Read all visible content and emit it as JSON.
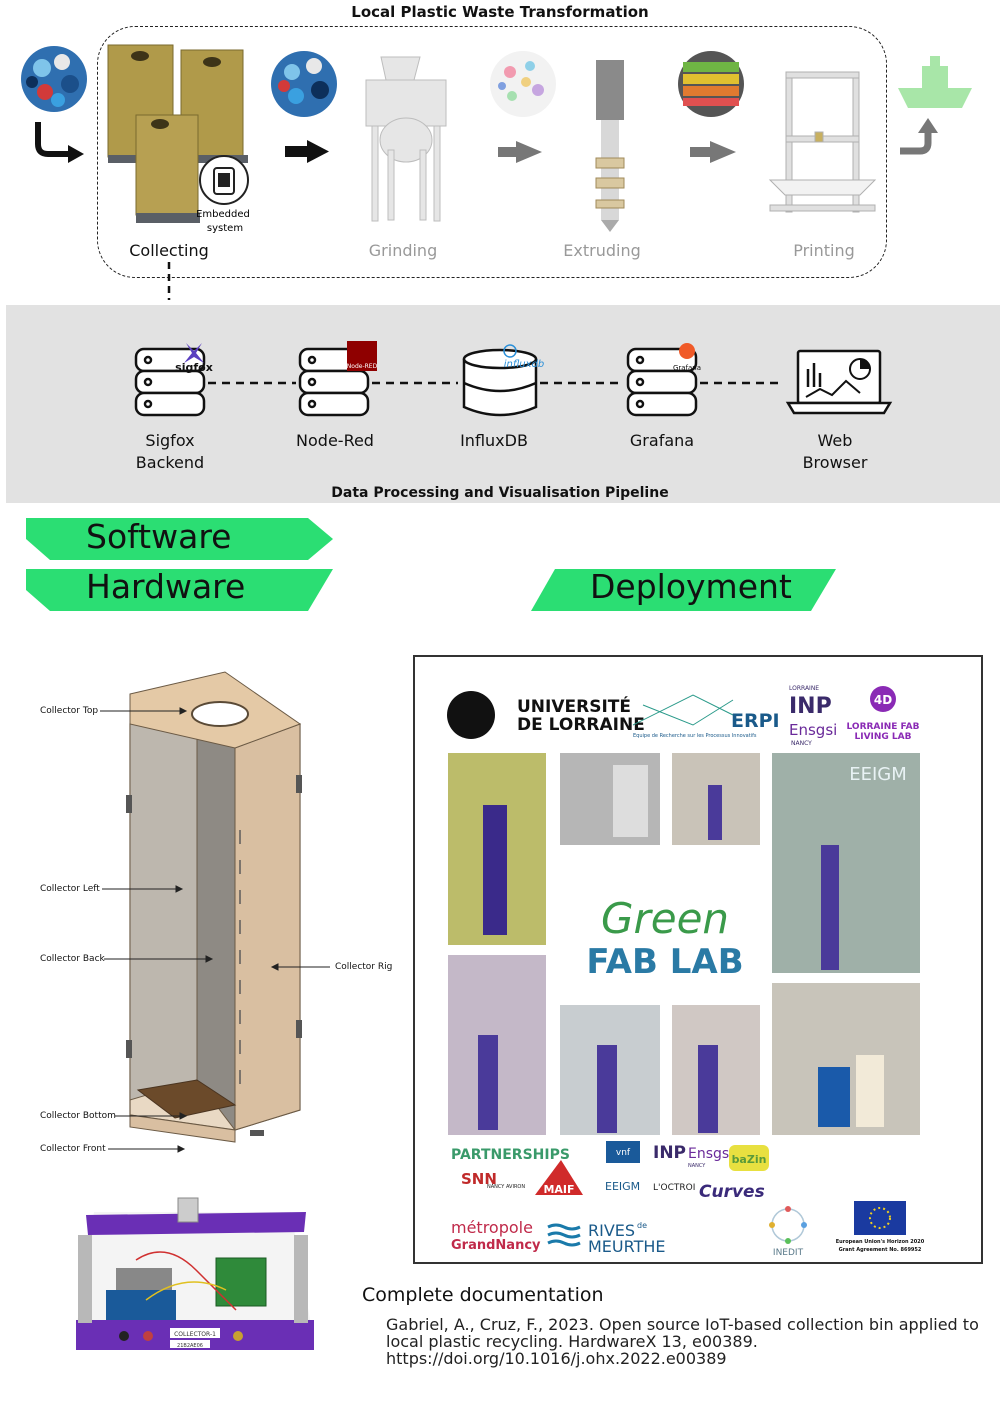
{
  "transformation": {
    "title": "Local Plastic Waste Transformation",
    "stages": [
      {
        "label": "Collecting"
      },
      {
        "label": "Grinding"
      },
      {
        "label": "Extruding"
      },
      {
        "label": "Printing"
      }
    ],
    "embedded_label_1": "Embedded",
    "embedded_label_2": "system"
  },
  "pipeline": {
    "title": "Data Processing and Visualisation Pipeline",
    "nodes": [
      {
        "line1": "Sigfox",
        "line2": "Backend",
        "logo": "sigfox"
      },
      {
        "line1": "Node-Red",
        "line2": "",
        "logo": "Node-RED"
      },
      {
        "line1": "InfluxDB",
        "line2": "",
        "logo": "influxdb"
      },
      {
        "line1": "Grafana",
        "line2": "",
        "logo": "Grafana"
      },
      {
        "line1": "Web",
        "line2": "Browser",
        "logo": ""
      }
    ]
  },
  "banners": {
    "software": "Software",
    "hardware": "Hardware",
    "deployment": "Deployment",
    "color": "#2bde73"
  },
  "hardware": {
    "parts": {
      "top": "Collector Top",
      "left": "Collector Left",
      "back": "Collector Back",
      "right": "Collector Rig",
      "bottom": "Collector Bottom",
      "front": "Collector Front"
    },
    "board_labels": {
      "tag1": "COLLECTOR-1",
      "tag2": "21B2AE06"
    }
  },
  "deployment": {
    "logos": {
      "univ1": "UNIVERSITÉ",
      "univ2": "DE LORRAINE",
      "erpi": "ERPI",
      "erpi_sub": "Equipe de Recherche sur les Processus Innovatifs",
      "inp_top": "LORRAINE",
      "inp": "INP",
      "ensgsi": "Ensgsi",
      "nancy": "NANCY",
      "fab4d": "4D",
      "fab1": "LORRAINE FAB",
      "fab2": "LIVING LAB",
      "eeigm_sign": "EEIGM"
    },
    "green1": "Green",
    "green2": "FAB LAB",
    "partnerships_title": "PARTNERSHIPS",
    "partners": {
      "vnf": "vnf",
      "inp": "INP",
      "ensgsi": "Ensgsi",
      "nancy": "NANCY",
      "baZin": "baZin",
      "snn": "SNN",
      "snn_sub": "NANCY AVIRON",
      "maif": "MAIF",
      "eeigm": "EEIGM",
      "octroi": "L'OCTROI",
      "curves": "Curves",
      "metropole": "métropole",
      "grandnancy": "GrandNancy",
      "rives1": "RIVES",
      "rives_de": "de",
      "rives2": "MEURTHE",
      "inedit": "INEDIT",
      "eu1": "European Union's Horizon 2020",
      "eu2": "Grant Agreement No. 869952"
    }
  },
  "documentation": {
    "title": "Complete documentation",
    "line1": "Gabriel, A., Cruz, F., 2023. Open source IoT-based collection bin applied to",
    "line2": "local plastic recycling. HardwareX 13, e00389.",
    "line3": "https://doi.org/10.1016/j.ohx.2022.e00389"
  }
}
